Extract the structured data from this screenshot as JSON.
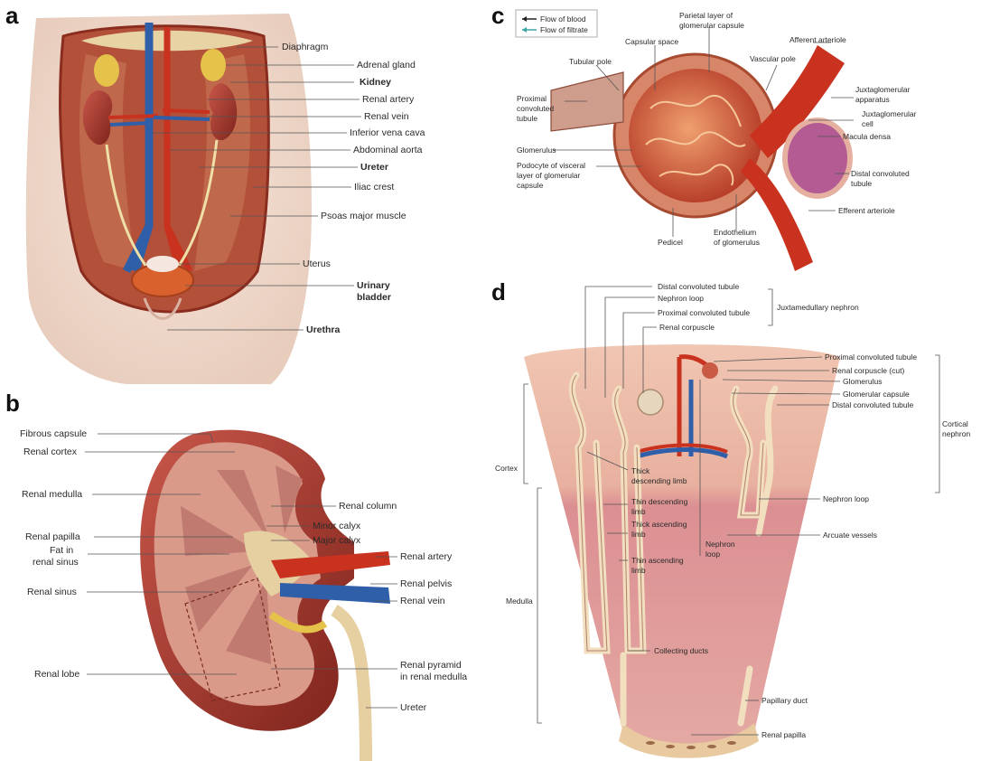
{
  "panels": {
    "a": {
      "letter": "a",
      "labels": [
        "Diaphragm",
        "Adrenal gland",
        "Kidney",
        "Renal artery",
        "Renal vein",
        "Inferior vena cava",
        "Abdominal aorta",
        "Ureter",
        "Iliac crest",
        "Psoas major muscle",
        "Uterus",
        "Urinary",
        "bladder",
        "Urethra"
      ]
    },
    "b": {
      "letter": "b",
      "labels": [
        "Fibrous capsule",
        "Renal cortex",
        "Renal medulla",
        "Renal papilla",
        "Fat in",
        "renal sinus",
        "Renal sinus",
        "Renal lobe",
        "Renal column",
        "Minor calyx",
        "Major calyx",
        "Renal artery",
        "Renal pelvis",
        "Renal vein",
        "Renal pyramid",
        "in renal medulla",
        "Ureter"
      ]
    },
    "c": {
      "letter": "c",
      "legend": [
        "Flow of blood",
        "Flow of filtrate"
      ],
      "labels": [
        "Parietal layer of",
        "glomerular capsule",
        "Capsular space",
        "Afferent arteriole",
        "Tubular pole",
        "Vascular pole",
        "Juxtaglomerular",
        "apparatus",
        "Juxtaglomerular",
        "cell",
        "Proximal",
        "convoluted",
        "tubule",
        "Macula densa",
        "Glomerulus",
        "Podocyte of visceral",
        "layer of glomerular",
        "capsule",
        "Distal convoluted",
        "tubule",
        "Efferent arteriole",
        "Endothelium",
        "of glomerulus",
        "Pedicel"
      ]
    },
    "d": {
      "letter": "d",
      "labels": [
        "Distal convoluted tubule",
        "Nephron loop",
        "Proximal convoluted tubule",
        "Juxtamedullary nephron",
        "Renal corpuscle",
        "Proximal convoluted tubule",
        "Renal corpuscle (cut)",
        "Glomerulus",
        "Glomerular capsule",
        "Distal convoluted tubule",
        "Cortical",
        "nephron",
        "Cortex",
        "Thick",
        "descending limb",
        "Thin descending",
        "limb",
        "Thick ascending",
        "limb",
        "Thin ascending",
        "limb",
        "Nephron",
        "loop",
        "Nephron loop",
        "Arcuate vessels",
        "Medulla",
        "Collecting ducts",
        "Papillary duct",
        "Renal papilla"
      ]
    }
  },
  "colors": {
    "artery": "#c8321e",
    "vein": "#2f5fa8",
    "ureter": "#e9d8a0",
    "muscle": "#a8452e",
    "skin": "#f1dccf",
    "cortex": "#e8b9a4",
    "medulla": "#d9848c",
    "tubule": "#f2dfc0",
    "kidney_dark": "#8e2b22"
  }
}
